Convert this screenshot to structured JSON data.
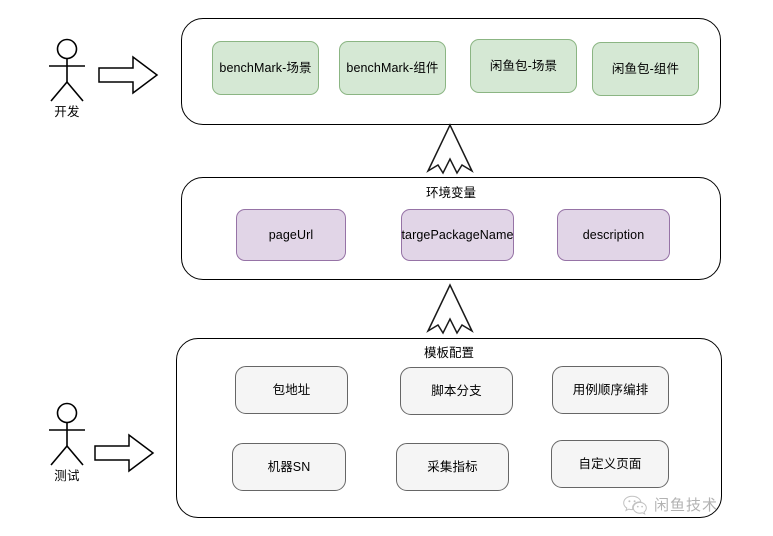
{
  "diagram": {
    "type": "layered-block-diagram",
    "background": "#ffffff",
    "actors": [
      {
        "id": "dev",
        "label": "开发",
        "icon": "stick-figure-icon",
        "arrow_icon": "block-arrow-right-icon"
      },
      {
        "id": "test",
        "label": "测试",
        "icon": "stick-figure-icon",
        "arrow_icon": "block-arrow-right-icon"
      }
    ],
    "sections": [
      {
        "id": "scenarios",
        "title": "",
        "node_style": "green",
        "colors": {
          "fill": "#d5e8d4",
          "stroke": "#8bb583"
        },
        "nodes": [
          {
            "label": "benchMark-场景"
          },
          {
            "label": "benchMark-组件"
          },
          {
            "label": "闲鱼包-场景"
          },
          {
            "label": "闲鱼包-组件"
          }
        ]
      },
      {
        "id": "env-variables",
        "title": "环境变量",
        "node_style": "purple",
        "colors": {
          "fill": "#e1d5e7",
          "stroke": "#9673a6"
        },
        "nodes": [
          {
            "label": "pageUrl"
          },
          {
            "label": "targePackageName"
          },
          {
            "label": "description"
          }
        ]
      },
      {
        "id": "template-config",
        "title": "模板配置",
        "node_style": "grey",
        "colors": {
          "fill": "#f5f5f5",
          "stroke": "#666666"
        },
        "nodes": [
          {
            "label": "包地址"
          },
          {
            "label": "脚本分支"
          },
          {
            "label": "用例顺序编排"
          },
          {
            "label": "机器SN"
          },
          {
            "label": "采集指标"
          },
          {
            "label": "自定义页面"
          }
        ]
      }
    ],
    "connectors": [
      {
        "id": "env-to-scenarios",
        "from": "env-variables",
        "to": "scenarios",
        "arrow_icon": "hollow-generalization-arrow-up-icon"
      },
      {
        "id": "tpl-to-env",
        "from": "template-config",
        "to": "env-variables",
        "arrow_icon": "hollow-generalization-arrow-up-icon"
      }
    ],
    "watermark": {
      "icon": "wechat-icon",
      "text": "闲鱼技术"
    }
  }
}
